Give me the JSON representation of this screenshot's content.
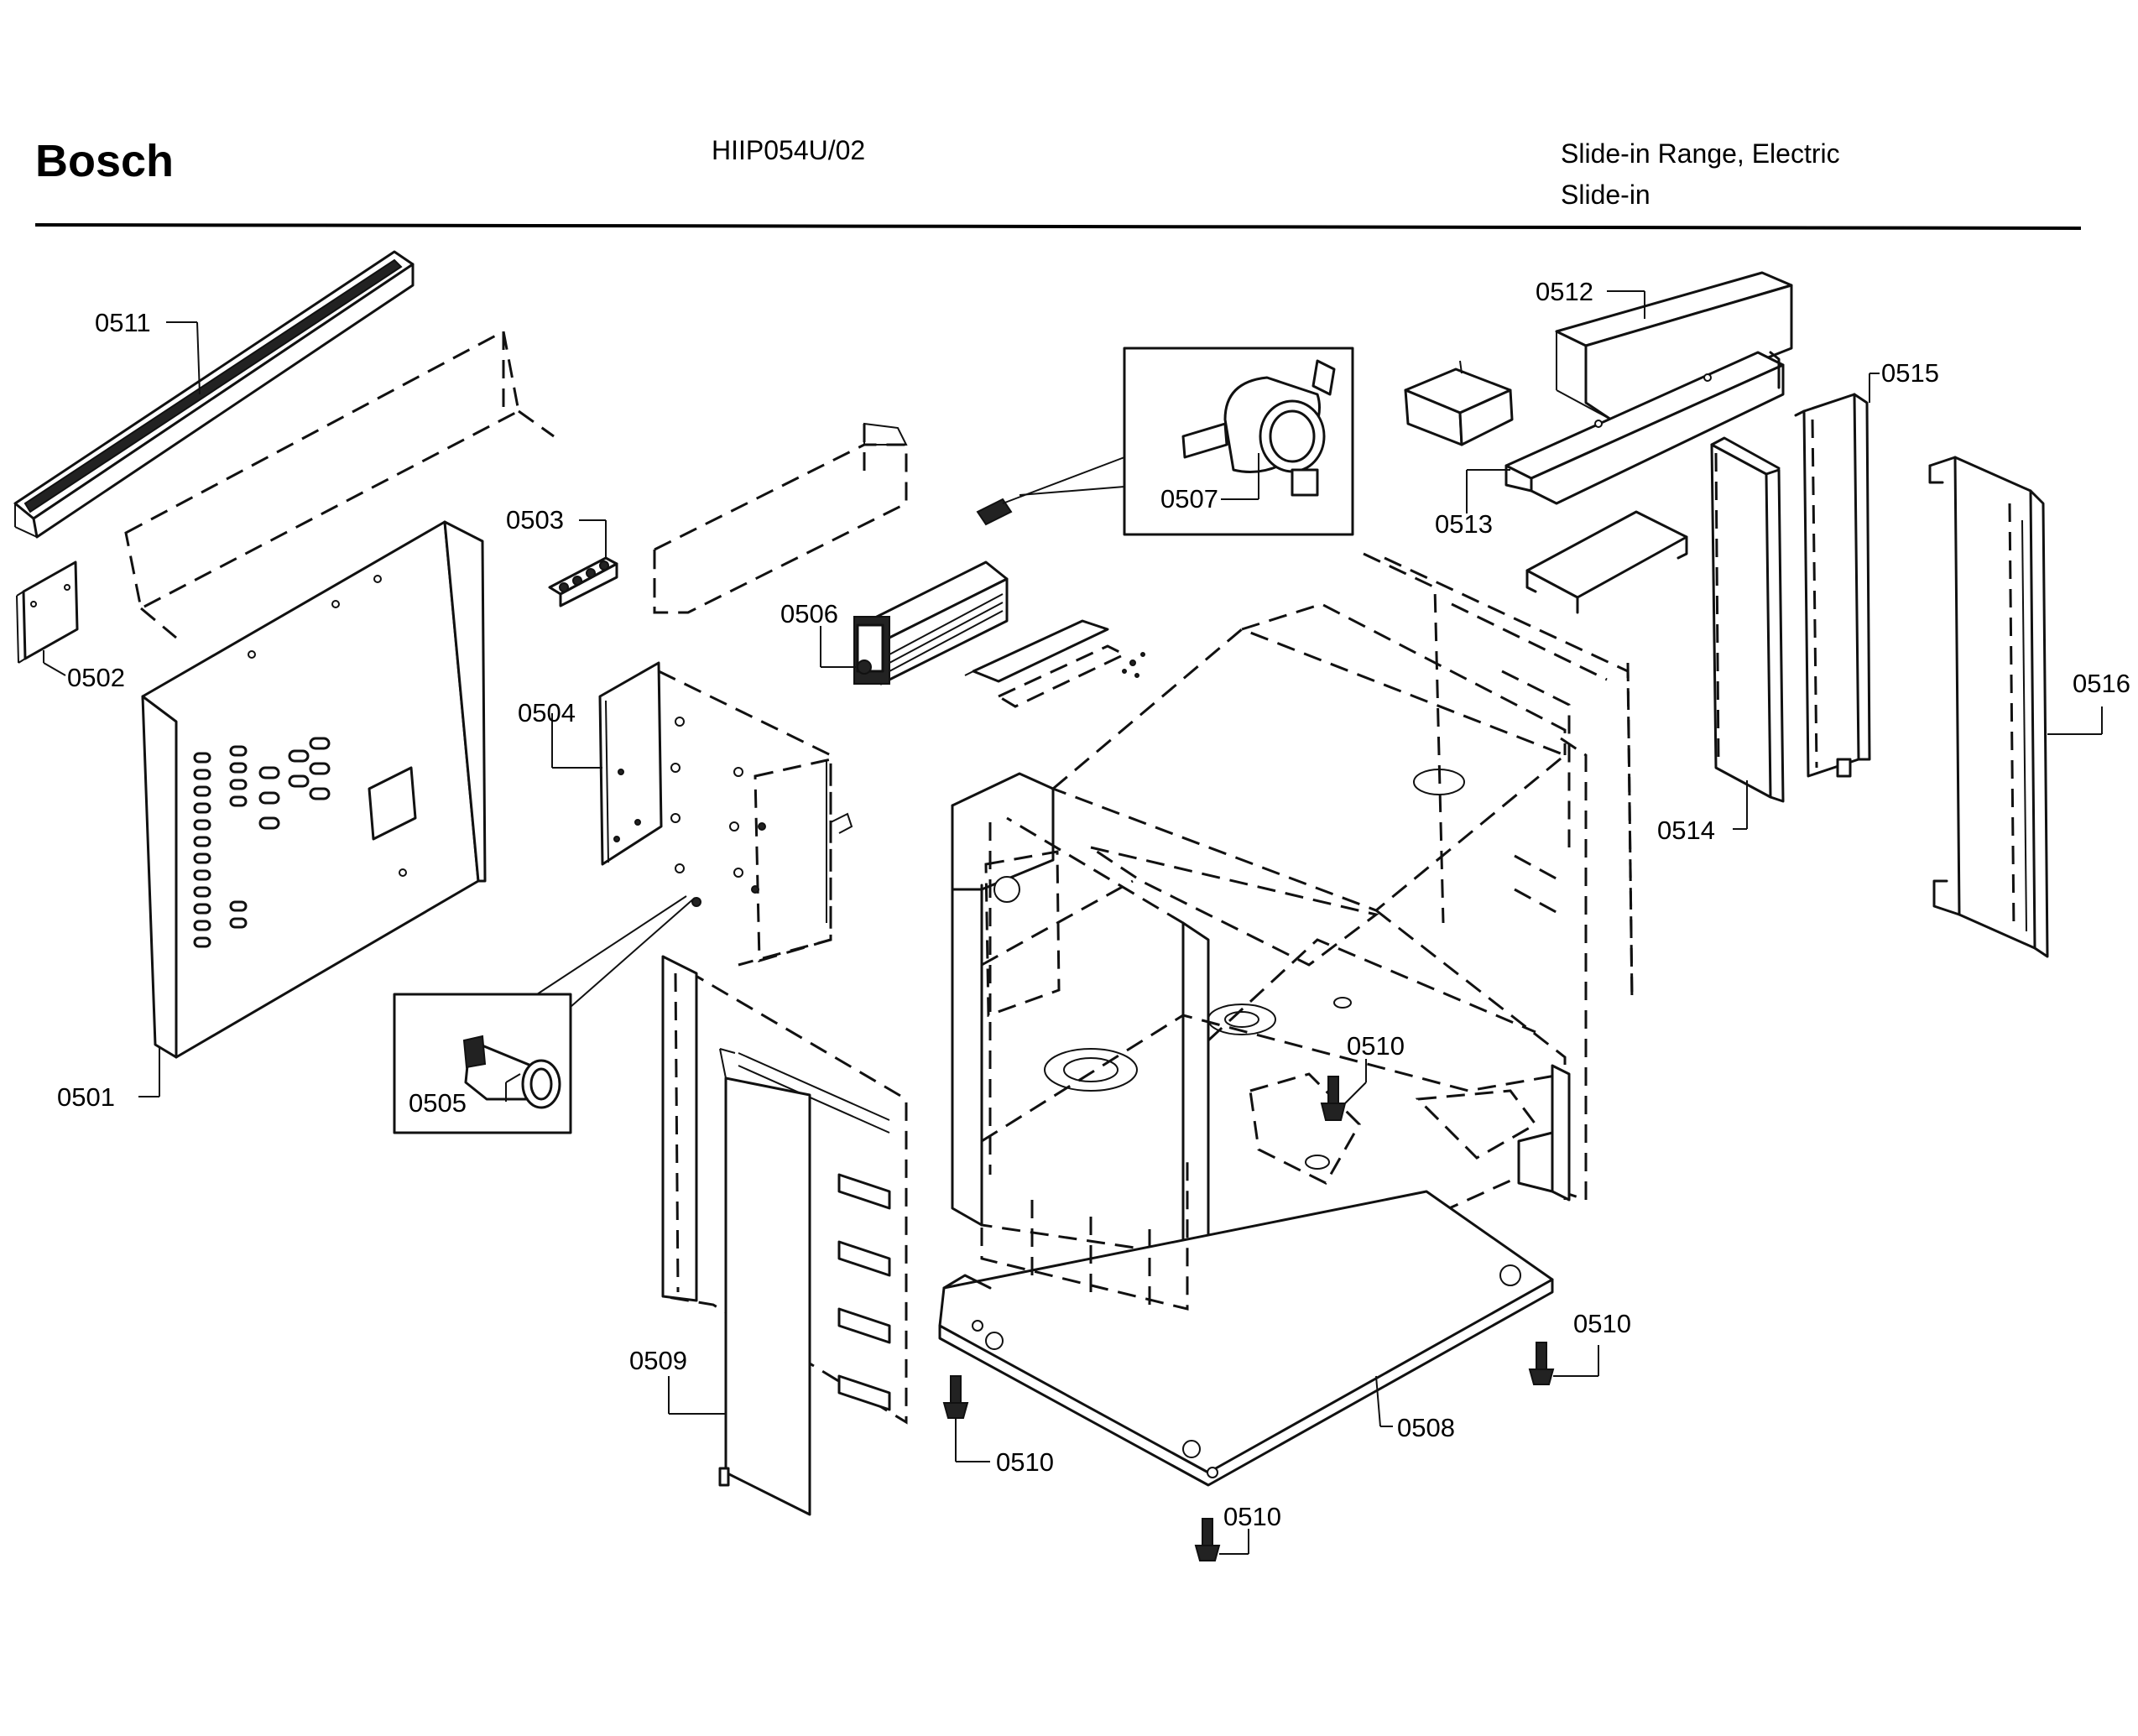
{
  "header": {
    "brand": "Bosch",
    "model": "HIIP054U/02",
    "product_line1": "Slide-in Range, Electric",
    "product_line2": "Slide-in"
  },
  "callouts": {
    "p0501": "0501",
    "p0502": "0502",
    "p0503": "0503",
    "p0504": "0504",
    "p0505": "0505",
    "p0506": "0506",
    "p0507": "0507",
    "p0508": "0508",
    "p0509": "0509",
    "p0510a": "0510",
    "p0510b": "0510",
    "p0510c": "0510",
    "p0510d": "0510",
    "p0511": "0511",
    "p0512": "0512",
    "p0513": "0513",
    "p0514": "0514",
    "p0515": "0515",
    "p0516": "0516"
  }
}
